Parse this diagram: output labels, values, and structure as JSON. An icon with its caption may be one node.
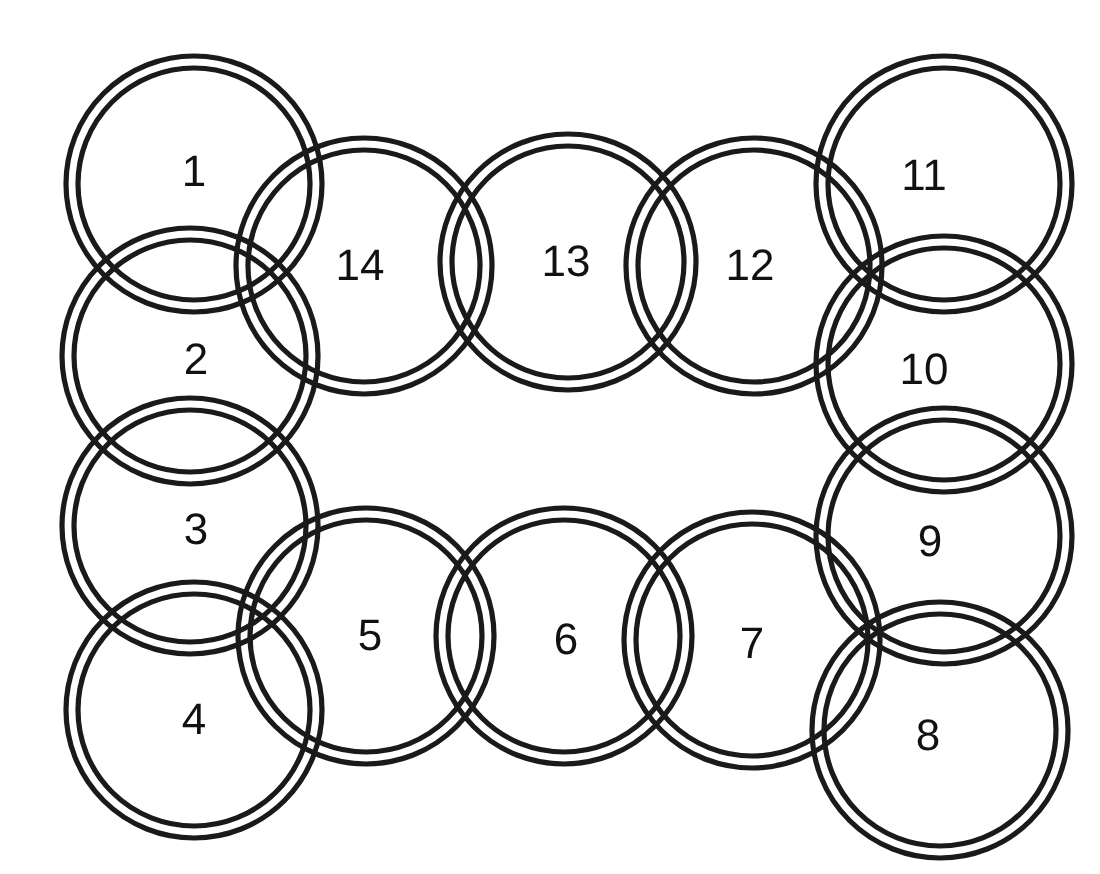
{
  "diagram": {
    "nodes": [
      {
        "text": [
          "1"
        ]
      },
      {
        "text": [
          "2"
        ]
      },
      {
        "text": [
          "3"
        ]
      },
      {
        "text": [
          "4"
        ]
      },
      {
        "text": [
          "5"
        ]
      },
      {
        "text": [
          "6"
        ]
      },
      {
        "text": [
          "7"
        ]
      },
      {
        "text": [
          "8"
        ]
      },
      {
        "text": [
          "9"
        ]
      },
      {
        "text": [
          "10"
        ]
      },
      {
        "text": [
          "11"
        ]
      },
      {
        "text": [
          "12"
        ]
      },
      {
        "text": [
          "13"
        ]
      },
      {
        "text": [
          "14"
        ]
      }
    ]
  }
}
